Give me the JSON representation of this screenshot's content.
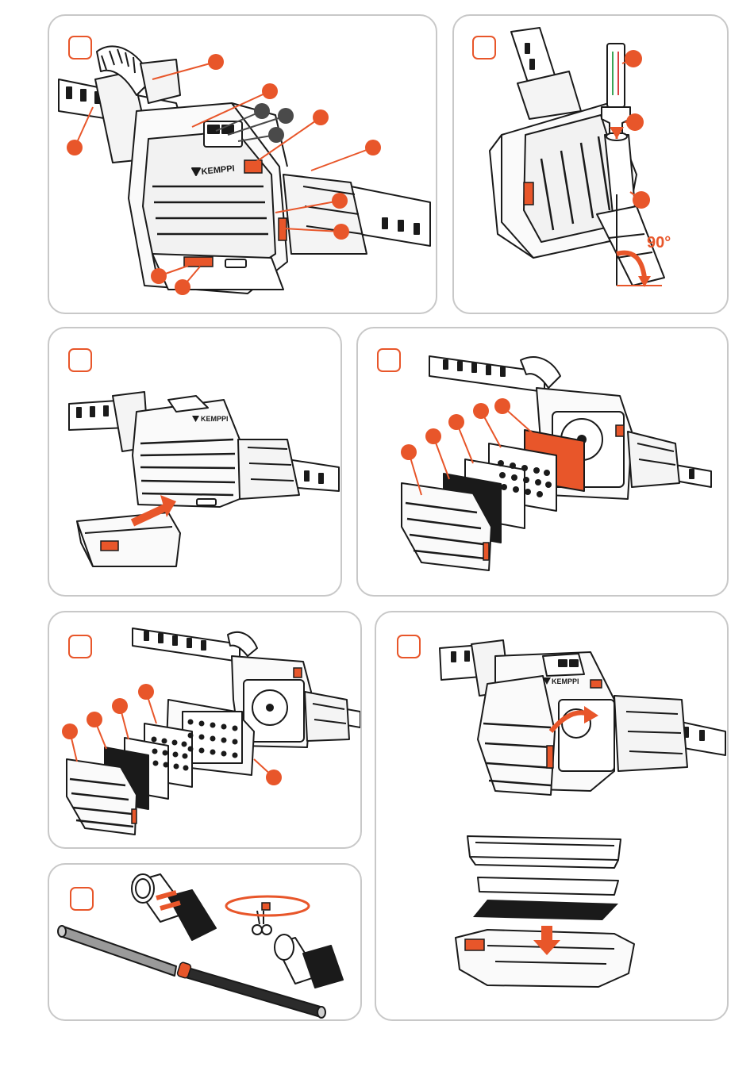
{
  "brand": "KEMPPI",
  "panel2": {
    "angle_label": "90°"
  },
  "colors": {
    "accent": "#e8562a",
    "callout_dark": "#4a4a4a",
    "panel_border": "#c8c8c8",
    "outline": "#1a1a1a"
  },
  "icons": {
    "step_marker": "rounded-square-outline",
    "callout": "filled-circle"
  }
}
